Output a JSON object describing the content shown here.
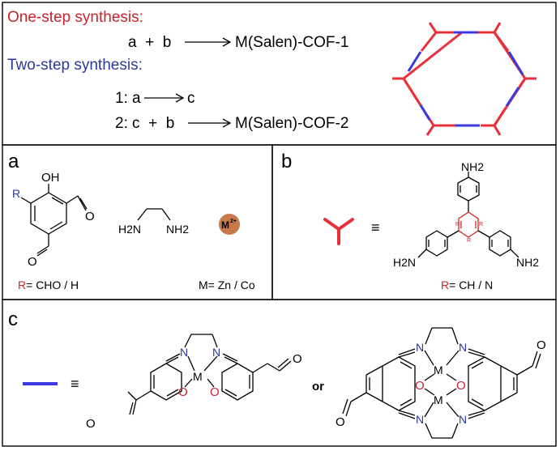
{
  "panel_top": {
    "one_step_title": "One-step synthesis:",
    "one_step_eq": {
      "lhs": "a  +  b",
      "product": "M(Salen)-COF-1"
    },
    "two_step_title": "Two-step synthesis:",
    "step1": {
      "num": "1:",
      "lhs": "a",
      "product": "c"
    },
    "step2": {
      "num": "2:",
      "lhs": "c  +  b",
      "product": "M(Salen)-COF-2"
    }
  },
  "panel_a": {
    "letter": "a",
    "oh": "OH",
    "r": "R",
    "r_def": {
      "r": "R",
      "rest": "= CHO / H"
    },
    "diamine_left": "H2N",
    "diamine_right": "NH2",
    "metal": "M",
    "metal_charge": "2+",
    "metal_def": "M= Zn / Co",
    "o_aldehyde": "O"
  },
  "panel_b": {
    "letter": "b",
    "equiv": "≡",
    "nh2_top": "NH2",
    "h2n_left": "H2N",
    "nh2_right": "NH2",
    "ring_r": "R",
    "r_def": {
      "r": "R",
      "rest": "= CH / N"
    }
  },
  "panel_c": {
    "letter": "c",
    "equiv": "≡",
    "or": "or",
    "atom_n": "N",
    "atom_o": "O",
    "atom_m": "M"
  },
  "colors": {
    "red": "#e8303a",
    "blue": "#3a3ae0",
    "metal_ball": "#c87a4a",
    "label_red": "#c8242b",
    "label_blue": "#2b3a9a"
  }
}
